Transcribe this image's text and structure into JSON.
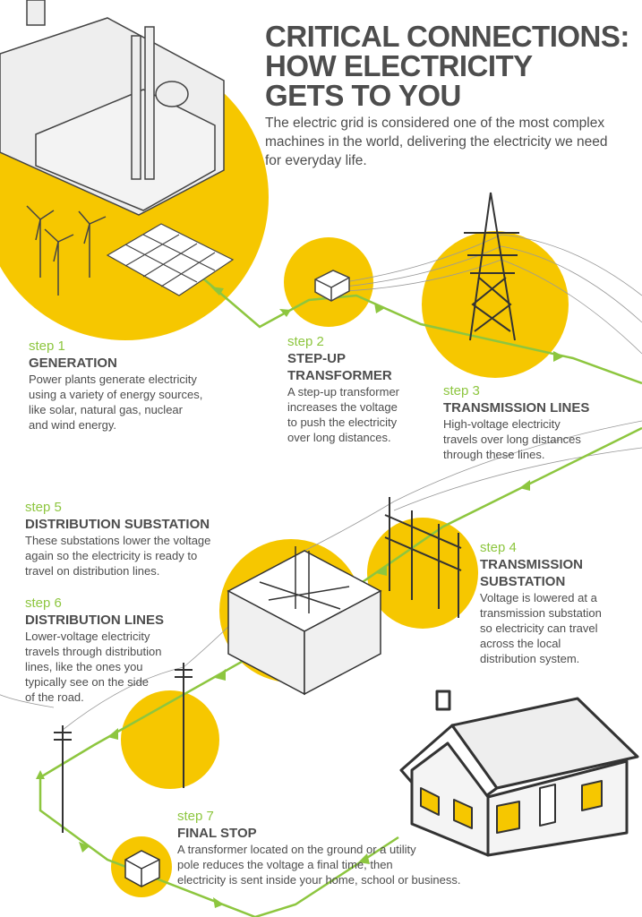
{
  "header": {
    "title_lines": [
      "CRITICAL CONNECTIONS:",
      "HOW ELECTRICITY",
      "GETS TO YOU"
    ],
    "subtitle": "The electric grid is considered one of the most complex machines in the world, delivering the electricity we need for everyday life."
  },
  "colors": {
    "accent_yellow": "#f6c700",
    "path_green": "#8dc63f",
    "text": "#4d4d4d"
  },
  "steps": [
    {
      "num": "step 1",
      "head": [
        "GENERATION"
      ],
      "body": [
        "Power plants generate electricity",
        "using a variety of energy sources,",
        "like solar, natural gas, nuclear",
        "and wind energy."
      ]
    },
    {
      "num": "step 2",
      "head": [
        "STEP-UP",
        "TRANSFORMER"
      ],
      "body": [
        "A step-up transformer",
        "increases the voltage",
        "to push the electricity",
        "over long distances."
      ]
    },
    {
      "num": "step 3",
      "head": [
        "TRANSMISSION LINES"
      ],
      "body": [
        "High-voltage electricity",
        "travels over long distances",
        "through these lines."
      ]
    },
    {
      "num": "step 4",
      "head": [
        "TRANSMISSION",
        "SUBSTATION"
      ],
      "body": [
        "Voltage is lowered at a",
        "transmission substation",
        "so electricity can travel",
        "across the local",
        "distribution system."
      ]
    },
    {
      "num": "step 5",
      "head": [
        "DISTRIBUTION SUBSTATION"
      ],
      "body": [
        "These substations lower the voltage",
        "again so the electricity is ready to",
        "travel on distribution lines."
      ]
    },
    {
      "num": "step 6",
      "head": [
        "DISTRIBUTION LINES"
      ],
      "body": [
        "Lower-voltage electricity",
        "travels through distribution",
        "lines, like the ones you",
        "typically see on the side",
        "of the road."
      ]
    },
    {
      "num": "step 7",
      "head": [
        "FINAL STOP"
      ],
      "body": [
        "A transformer located on the ground or a utility",
        "pole reduces the voltage a final time, then",
        "electricity is sent inside your home, school or business."
      ]
    }
  ]
}
